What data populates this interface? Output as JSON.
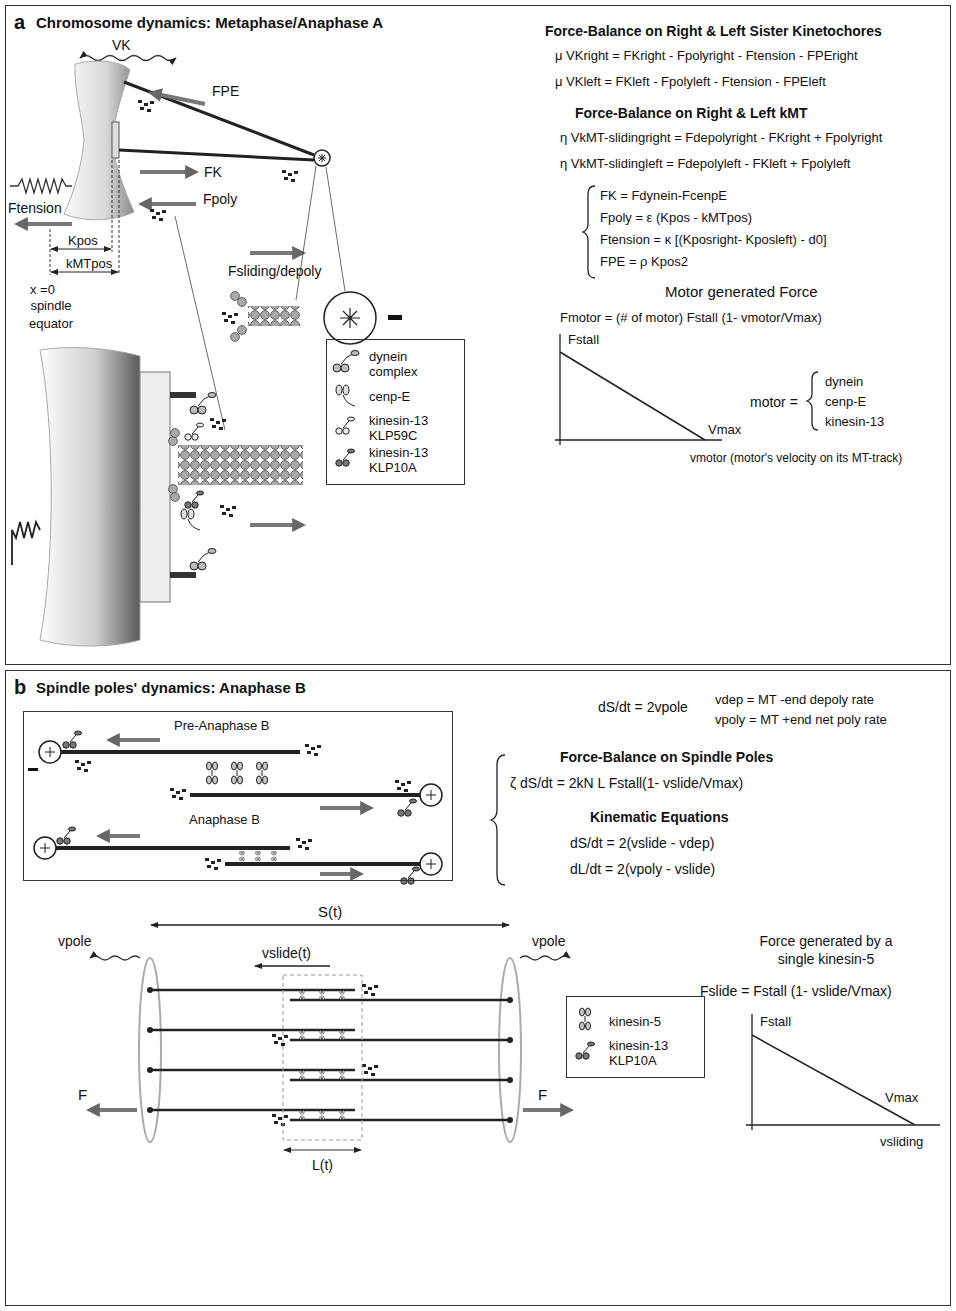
{
  "diagram": {
    "nodes": [
      {
        "text": [
          "a",
          "Chromosome dynamics: Metaphase/Anaphase A"
        ]
      },
      {
        "text": [
          "dynein complex",
          "cenp-E",
          "kinesin-13 KLP59C",
          "kinesin-13 KLP10A"
        ],
        "in": 0
      },
      {
        "text": [
          "b",
          "Spindle poles' dynamics: Anaphase B"
        ]
      },
      {
        "text": [
          "Pre-Anaphase B",
          "Anaphase B"
        ],
        "in": 2
      },
      {
        "text": [
          "kinesin-5",
          "kinesin-13 KLP10A"
        ],
        "in": 2
      }
    ],
    "labels": [
      "VK",
      "FPE",
      "FK",
      "Ftension",
      "Fpoly",
      "Kpos",
      "kMTpos",
      "x =0",
      "spindle equator",
      "Fsliding/depoly",
      "Force-Balance on Right & Left Sister Kinetochores",
      "μ VKright = FKright - Fpolyright - Ftension - FPEright",
      "μ VKleft = FKleft - Fpolyleft - Ftension - FPEleft",
      "Force-Balance on Right & Left kMT",
      "η VkMT-slidingright = Fdepolyright - FKright + Fpolyright",
      "η VkMT-slidingleft = Fdepolyleft - FKleft + Fpolyleft",
      "FK = Fdynein-FcenpE",
      "Fpoly = ε (Kpos - kMTpos)",
      "Ftension = κ [(Kposright- Kposleft) - d0]",
      "FPE = ρ Kpos2",
      "Motor generated Force",
      "Fmotor = (# of motor) Fstall (1- vmotor/Vmax)",
      "Fstall",
      "Vmax",
      "vmotor (motor's velocity on its MT-track)",
      "motor =",
      "dynein",
      "cenp-E",
      "kinesin-13",
      "dS/dt = 2vpole",
      "vdep = MT -end depoly rate",
      "vpoly = MT +end net poly rate",
      "Force-Balance on Spindle Poles",
      "ζ dS/dt = 2kN L Fstall(1- vslide/Vmax)",
      "Kinematic Equations",
      "dS/dt = 2(vslide - vdep)",
      "dL/dt = 2(vpoly - vslide)",
      "S(t)",
      "vslide(t)",
      "vpole",
      "vpole",
      "F",
      "F",
      "L(t)",
      "Force generated by a single kinesin-5",
      "Fslide = Fstall (1- vslide/Vmax)",
      "Fstall",
      "Vmax",
      "vsliding"
    ]
  }
}
